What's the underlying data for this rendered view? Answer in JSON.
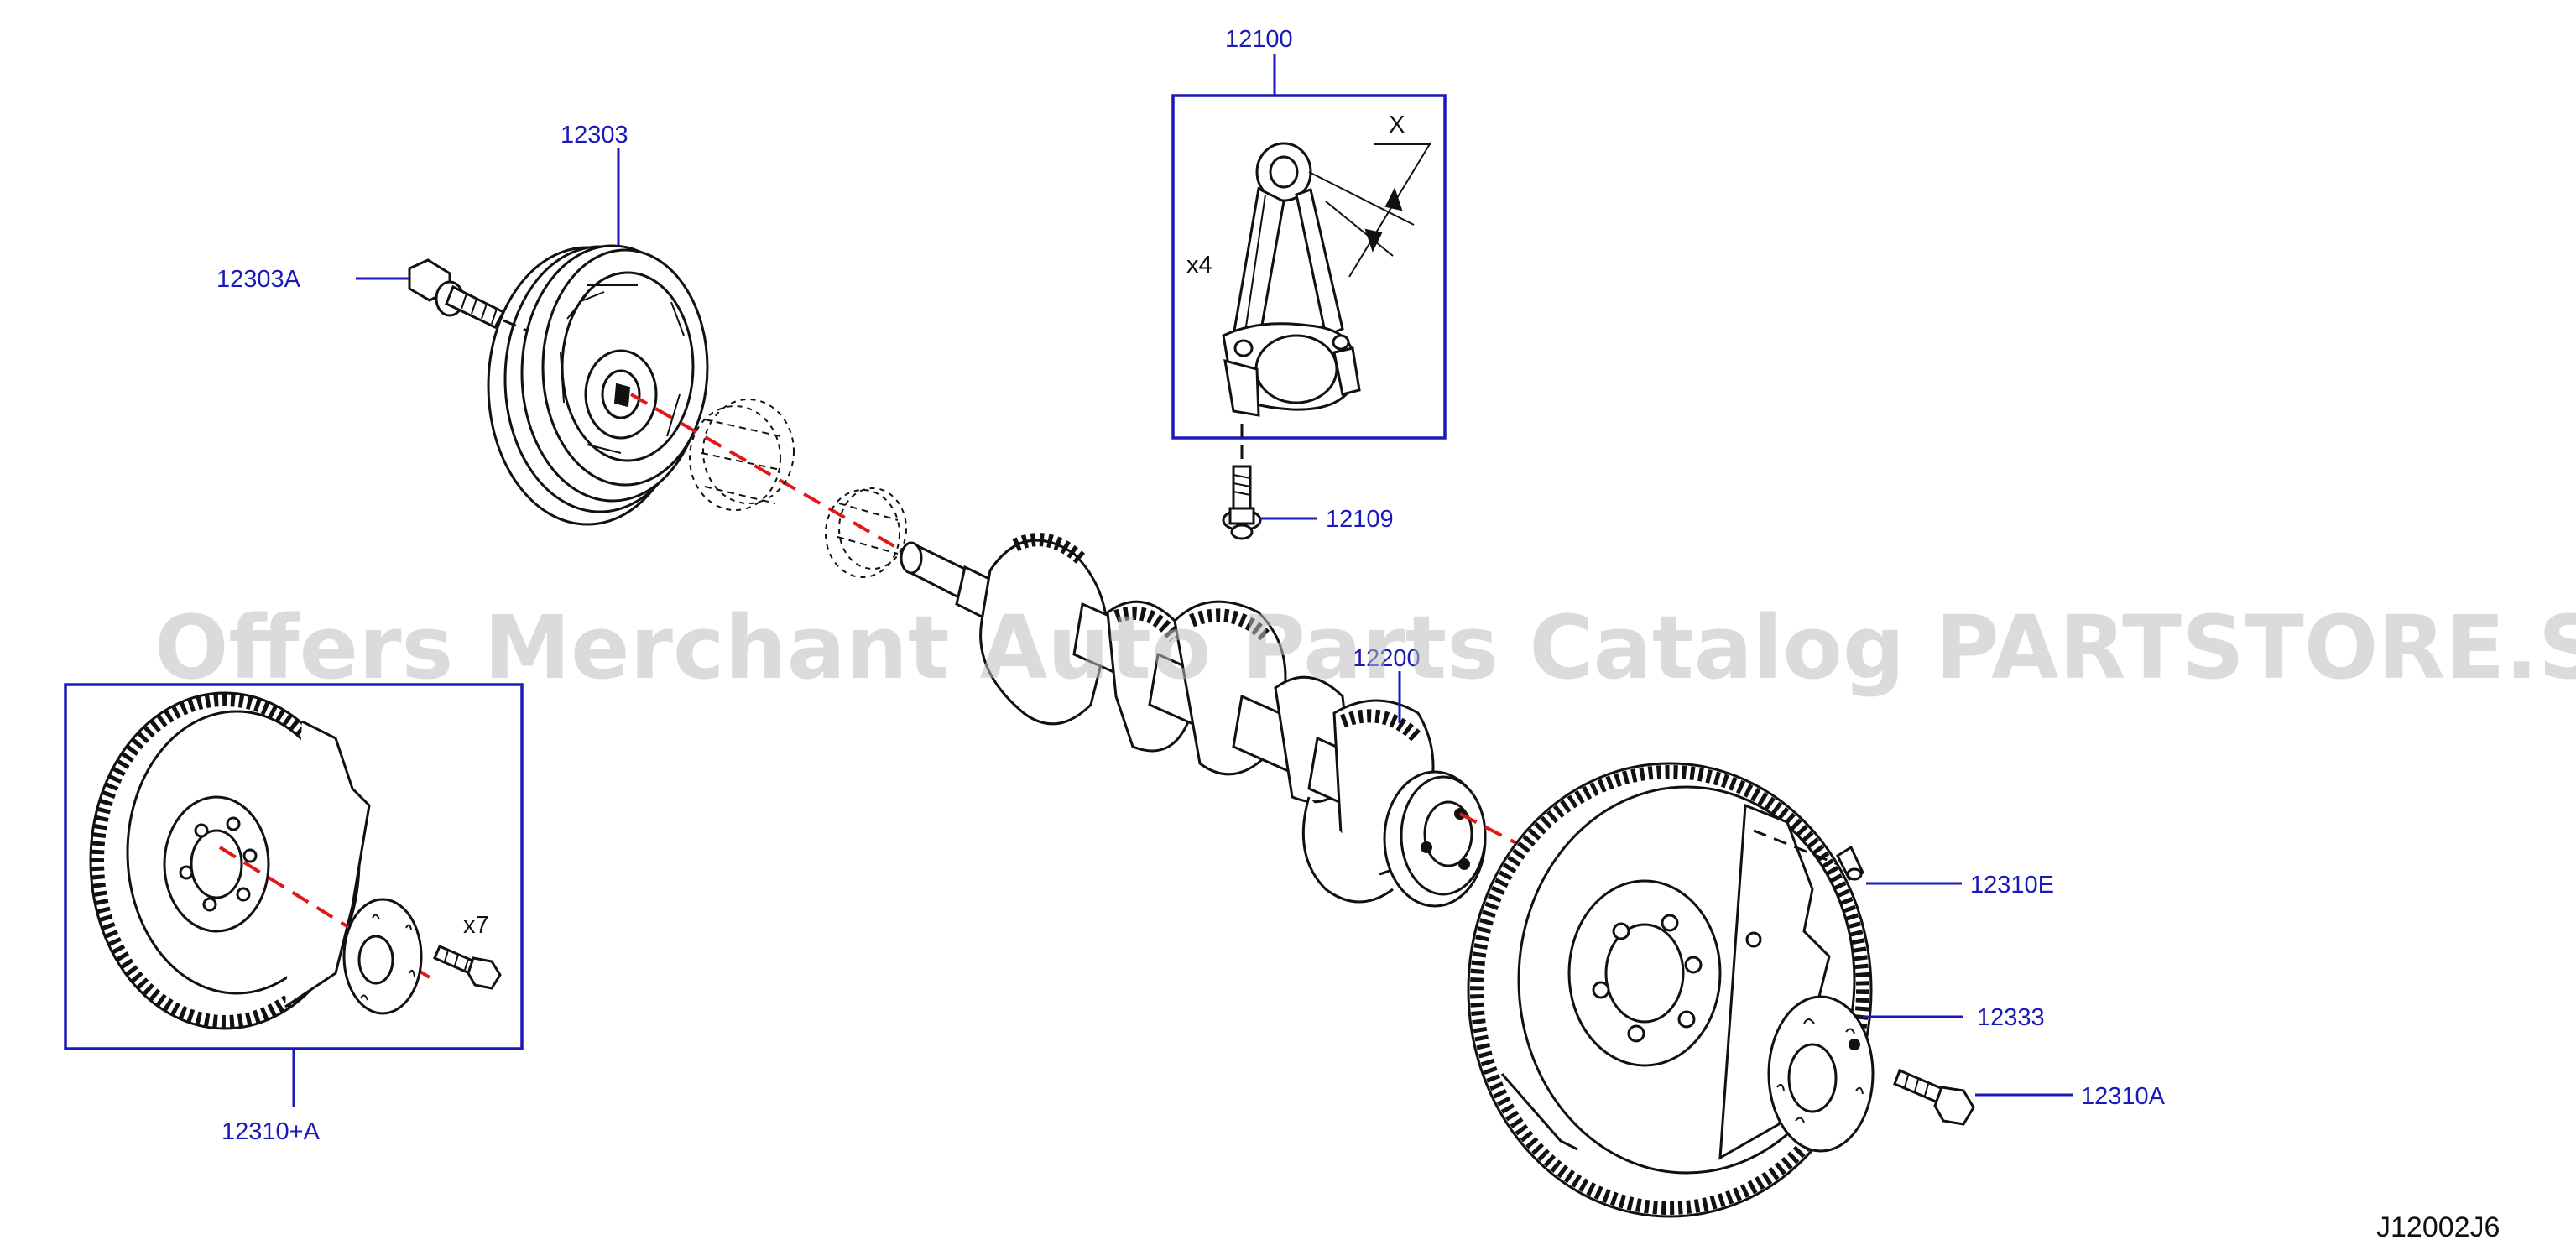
{
  "diagram": {
    "watermark": "Offers Merchant Auto Parts Catalog PARTSTORE.SA",
    "figure_code": "J12002J6",
    "callouts": {
      "connecting_rod": "12100",
      "pulley": "12303",
      "pulley_bolt": "12303A",
      "rod_bolt": "12109",
      "crankshaft": "12200",
      "flywheel_pin": "12310E",
      "plate": "12333",
      "flywheel_bolt": "12310A",
      "flywheel_assembly": "12310+A"
    },
    "quantities": {
      "rods": "x4",
      "bolts": "x7"
    },
    "dimension_marker": "X"
  }
}
